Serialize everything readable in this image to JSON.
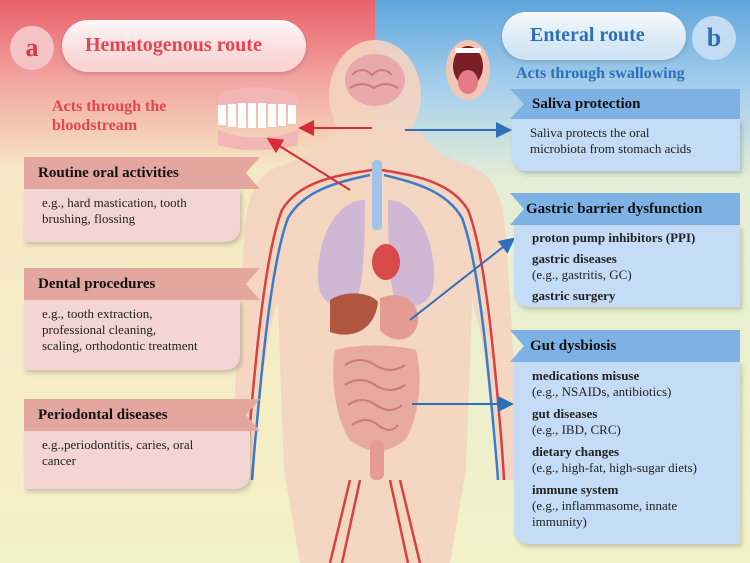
{
  "colors": {
    "hematogenous": "#e4454f",
    "enteral": "#2f6fb8",
    "left_header": "#e4a7a0",
    "right_header": "#7fb2e4"
  },
  "left": {
    "badge": "a",
    "title": "Hematogenous route",
    "subtitle_line1": "Acts through the",
    "subtitle_line2": "bloodstream",
    "sections": [
      {
        "header": "Routine oral activities",
        "lines": [
          "e.g., hard mastication, tooth",
          "brushing, flossing"
        ]
      },
      {
        "header": "Dental procedures",
        "lines": [
          "e.g., tooth extraction,",
          "professional cleaning,",
          "scaling, orthodontic treatment"
        ]
      },
      {
        "header": "Periodontal diseases",
        "lines": [
          "e.g.,periodontitis, caries, oral",
          "cancer"
        ]
      }
    ]
  },
  "right": {
    "badge": "b",
    "title": "Enteral route",
    "subtitle": "Acts through swallowing",
    "saliva": {
      "header": "Saliva protection",
      "lines": [
        "Saliva protects the oral",
        "microbiota from stomach acids"
      ]
    },
    "gastric": {
      "header": "Gastric barrier dysfunction",
      "items": [
        {
          "bold": "proton pump inhibitors (PPI)",
          "detail": ""
        },
        {
          "bold": "gastric diseases",
          "detail": "(e.g., gastritis, GC)"
        },
        {
          "bold": "gastric surgery",
          "detail": ""
        }
      ]
    },
    "gut": {
      "header": "Gut dysbiosis",
      "items": [
        {
          "bold": "medications misuse",
          "detail": "(e.g., NSAIDs, antibiotics)"
        },
        {
          "bold": "gut diseases",
          "detail": "(e.g., IBD, CRC)"
        },
        {
          "bold": "dietary changes",
          "detail": "(e.g., high-fat, high-sugar diets)"
        },
        {
          "bold": "immune system",
          "detail": "(e.g., inflammasome, innate",
          "detail2": "immunity)"
        }
      ]
    }
  }
}
